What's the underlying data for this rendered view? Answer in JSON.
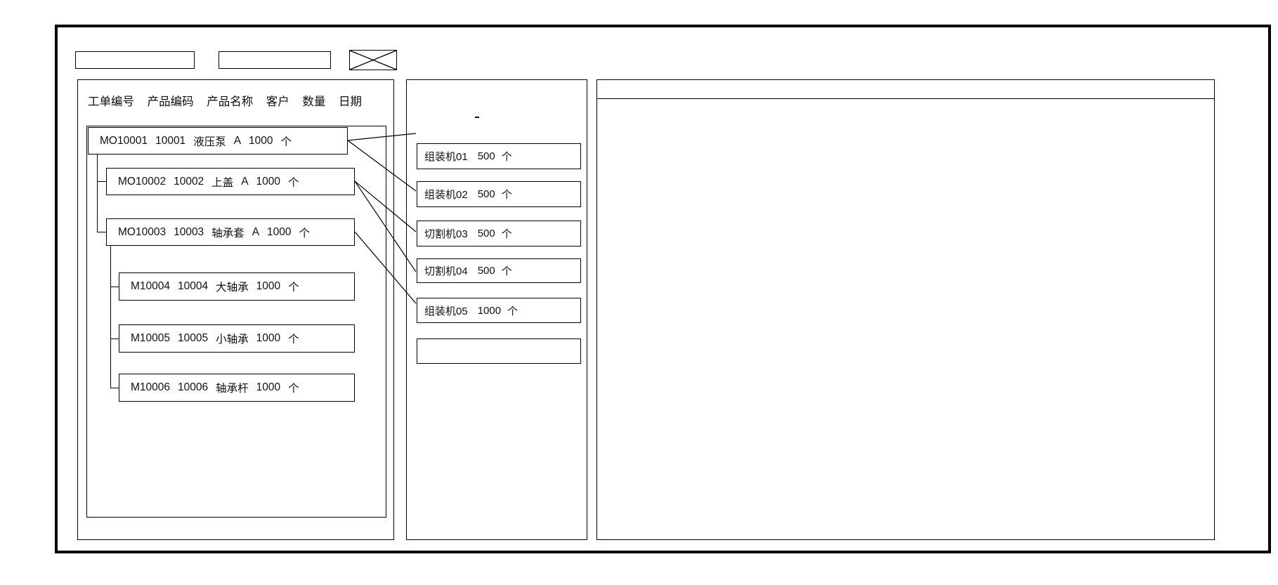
{
  "window": {
    "title": ""
  },
  "toolbar": {
    "field_1_value": "",
    "field_1_placeholder": "",
    "field_2_value": "",
    "field_2_placeholder": "",
    "image_placeholder_label": "image-placeholder"
  },
  "left_panel": {
    "columns": [
      "工单编号",
      "产品编码",
      "产品名称",
      "客户",
      "数量",
      "日期"
    ],
    "rows": [
      {
        "level": 0,
        "order_no": "MO10001",
        "product_code": "10001",
        "product_name": "液压泵",
        "customer": "A",
        "quantity": "1000",
        "unit": "个"
      },
      {
        "level": 1,
        "order_no": "MO10002",
        "product_code": "10002",
        "product_name": "上盖",
        "customer": "A",
        "quantity": "1000",
        "unit": "个"
      },
      {
        "level": 1,
        "order_no": "MO10003",
        "product_code": "10003",
        "product_name": "轴承套",
        "customer": "A",
        "quantity": "1000",
        "unit": "个"
      },
      {
        "level": 2,
        "order_no": "M10004",
        "product_code": "10004",
        "product_name": "大轴承",
        "customer": "",
        "quantity": "1000",
        "unit": "个"
      },
      {
        "level": 2,
        "order_no": "M10005",
        "product_code": "10005",
        "product_name": "小轴承",
        "customer": "",
        "quantity": "1000",
        "unit": "个"
      },
      {
        "level": 2,
        "order_no": "M10006",
        "product_code": "10006",
        "product_name": "轴承杆",
        "customer": "",
        "quantity": "1000",
        "unit": "个"
      }
    ]
  },
  "mid_panel": {
    "items": [
      {
        "machine": "组装机01",
        "quantity": "500",
        "unit": "个"
      },
      {
        "machine": "组装机02",
        "quantity": "500",
        "unit": "个"
      },
      {
        "machine": "切割机03",
        "quantity": "500",
        "unit": "个"
      },
      {
        "machine": "切割机04",
        "quantity": "500",
        "unit": "个"
      },
      {
        "machine": "组装机05",
        "quantity": "1000",
        "unit": "个"
      },
      {
        "machine": "",
        "quantity": "",
        "unit": ""
      }
    ]
  },
  "right_panel": {
    "header_text": "",
    "body_text": ""
  },
  "colors": {
    "stroke": "#000000",
    "background": "#ffffff",
    "text": "#111111"
  }
}
